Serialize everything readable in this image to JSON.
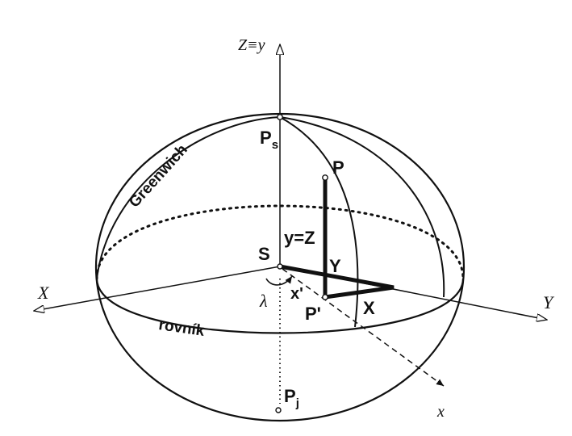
{
  "labels": {
    "z_axis": "Z≡y",
    "x_axis_big": "X",
    "y_axis_big": "Y",
    "x_axis_small": "x",
    "north_pole": "P",
    "north_pole_sub": "s",
    "south_pole": "P",
    "south_pole_sub": "j",
    "point_p": "P",
    "point_p_prime": "P'",
    "center": "S",
    "y_equals_z": "y=Z",
    "coord_y": "Y",
    "coord_x": "X",
    "longitude": "λ",
    "x_prime": "x'",
    "greenwich": "Greenwich",
    "equator": "rovník"
  },
  "colors": {
    "ink": "#111111",
    "background": "#ffffff"
  }
}
